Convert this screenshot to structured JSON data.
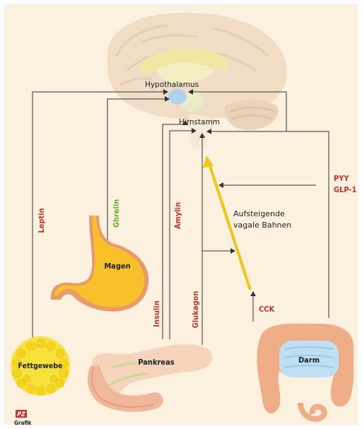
{
  "labels": {
    "hypothalamus": "Hypothalamus",
    "hirnstamm": "Hirnstamm",
    "leptin": "Leptin",
    "ghrelin": "Ghrelin",
    "amylin": "Amylin",
    "insulin": "Insulin",
    "glukagon": "Glukagon",
    "cck": "CCK",
    "pyy": "PYY",
    "glp1": "GLP-1",
    "vagal_line1": "Aufsteigende",
    "vagal_line2": "vagale Bahnen",
    "magen": "Magen",
    "fettgewebe": "Fettgewebe",
    "pankreas": "Pankreas",
    "darm": "Darm",
    "logo": "PZ",
    "logo_sub": "Grafik"
  },
  "colors": {
    "background": "#fbf1de",
    "hormone_red": "#c8312b",
    "ghrelin_green": "#6aab2a",
    "vagal_yellow": "#f2c414",
    "line": "#333333"
  }
}
